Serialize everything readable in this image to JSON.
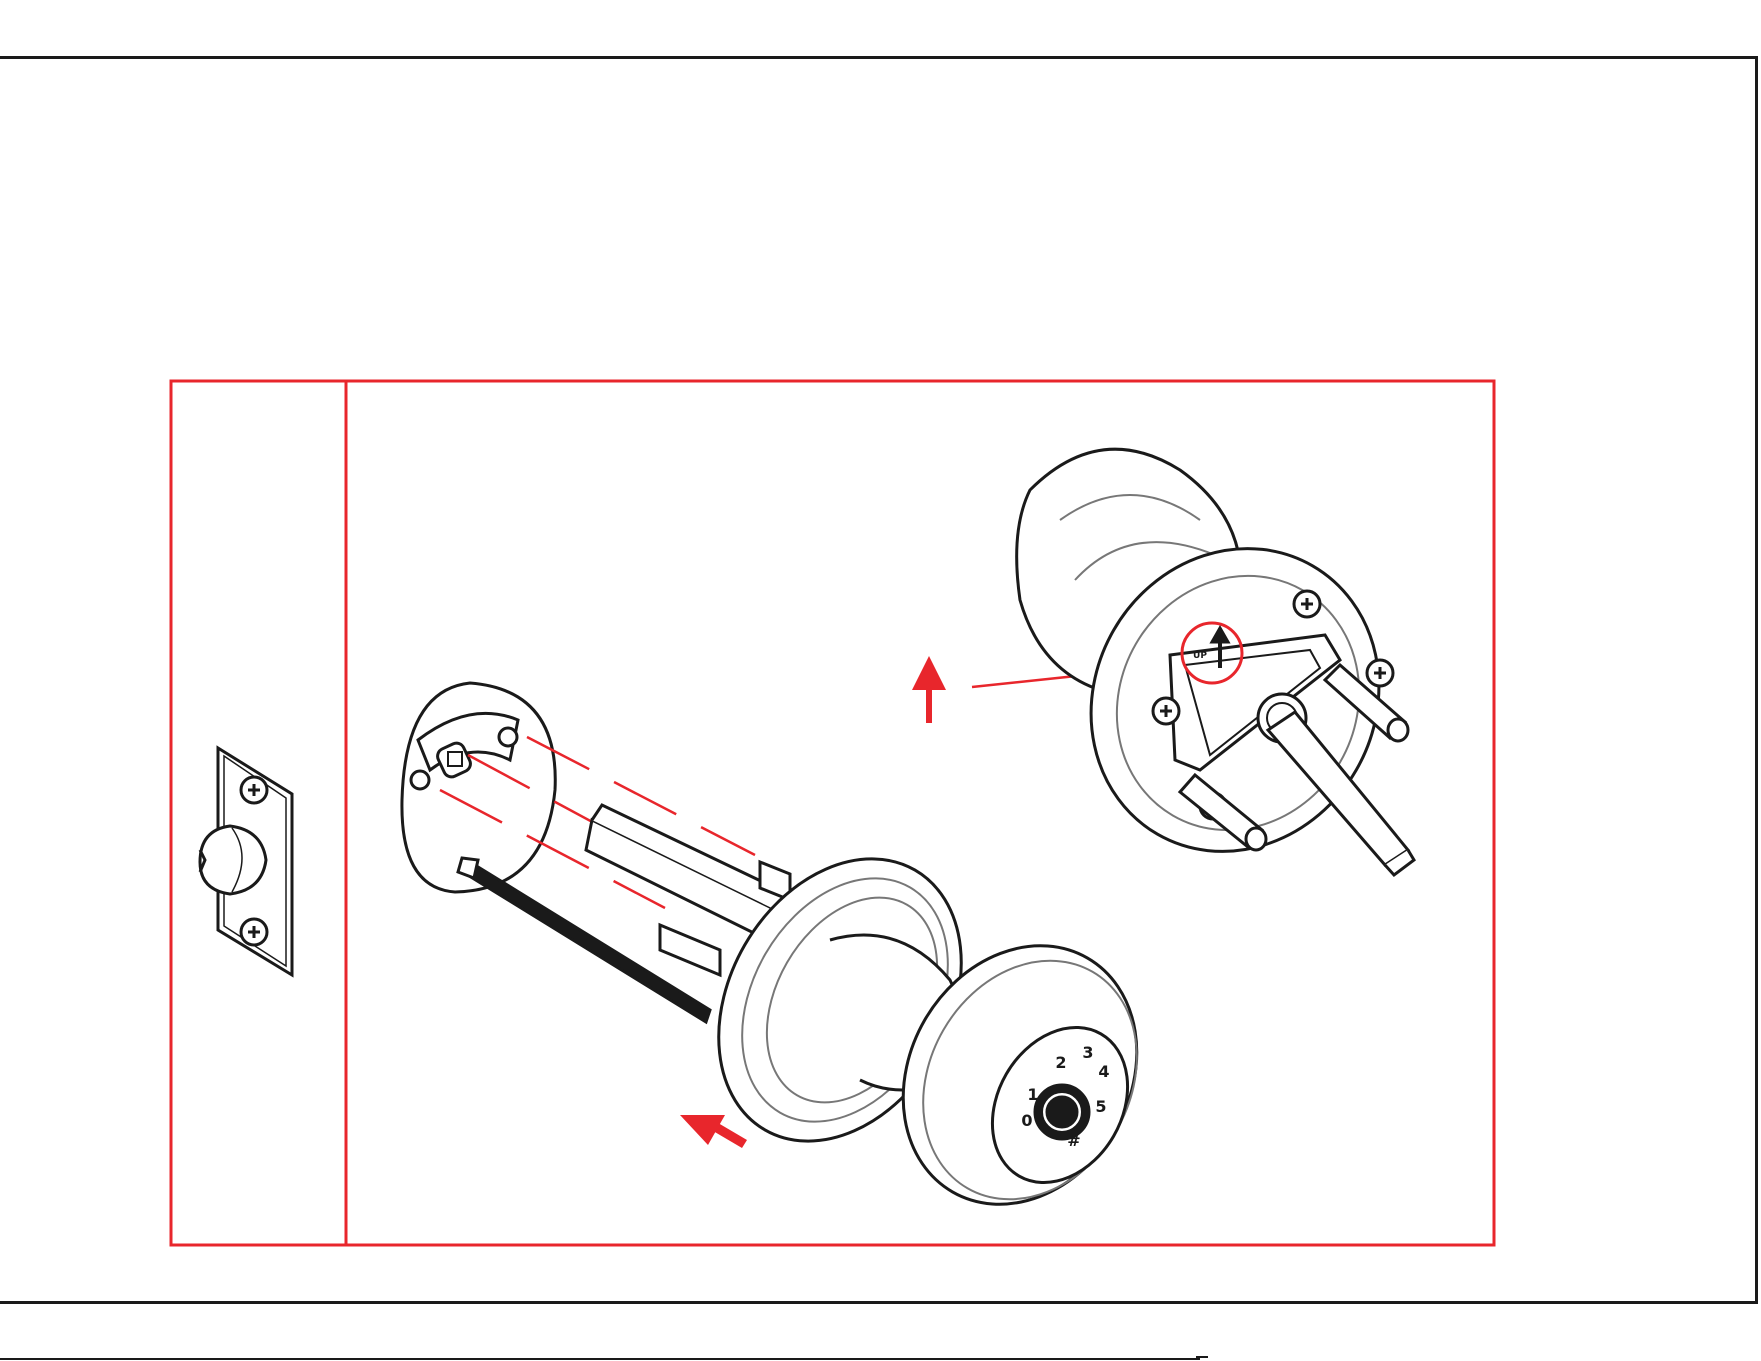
{
  "colors": {
    "ink": "#1a1a1a",
    "accent": "#e8262c",
    "paper": "#ffffff",
    "shade": "#777777"
  },
  "diagram": {
    "keypad_digits": [
      "0",
      "1",
      "2",
      "3",
      "4",
      "5"
    ],
    "keypad_extra_marks": [
      "*",
      "#"
    ],
    "up_label": "UP"
  },
  "icons": {
    "up_arrow": "red-up-arrow-icon",
    "insert_arrow": "red-diagonal-arrow-icon",
    "screw": "phillips-screw-icon"
  }
}
